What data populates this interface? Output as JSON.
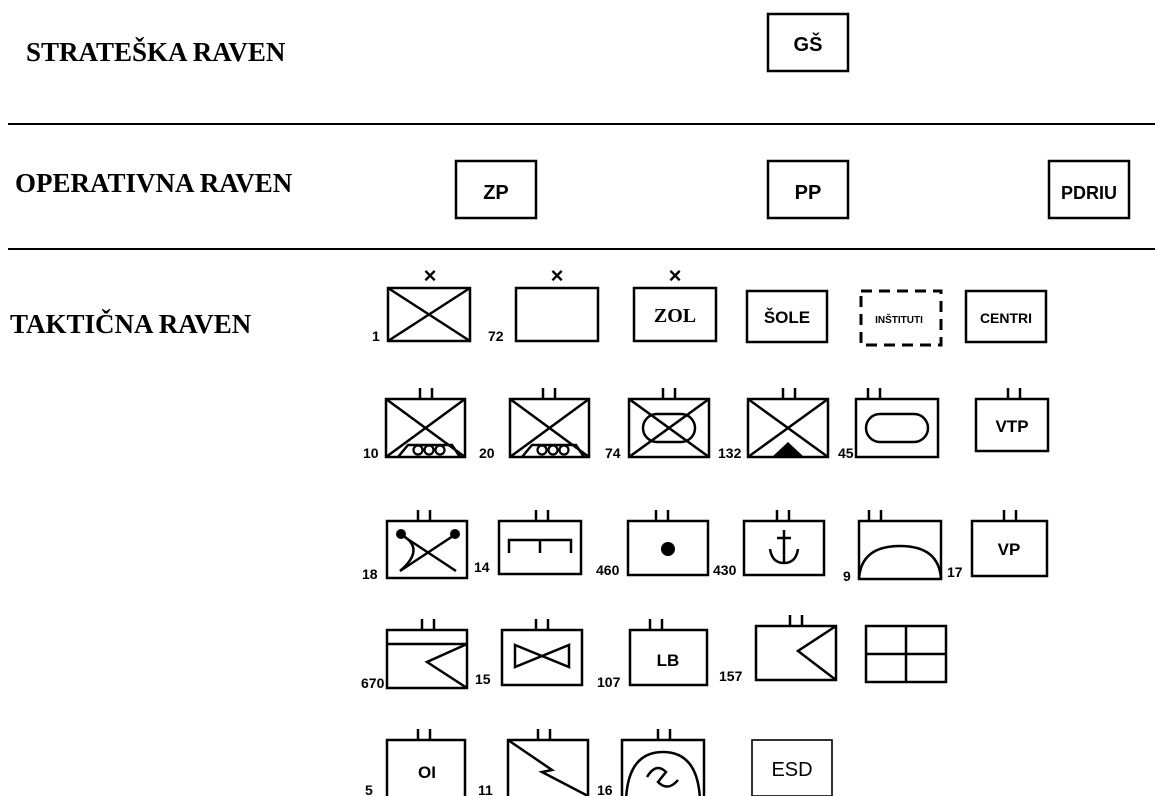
{
  "levels": {
    "strategic": "STRATEŠKA RAVEN",
    "operational": "OPERATIVNA RAVEN",
    "tactical": "TAKTIČNA RAVEN"
  },
  "strategic_units": [
    "GŠ"
  ],
  "operational_units": [
    "ZP",
    "PP",
    "PDRIU"
  ],
  "tactical_rows": [
    [
      {
        "num": "1",
        "label": "",
        "symbol": "cross-x-crossed"
      },
      {
        "num": "72",
        "label": "",
        "symbol": "cross-x-plain"
      },
      {
        "num": "",
        "label": "ZOL",
        "symbol": "cross-x-labelled"
      },
      {
        "num": "",
        "label": "ŠOLE",
        "symbol": "labelled"
      },
      {
        "num": "",
        "label": "INŠTITUTI",
        "symbol": "dashed-labelled"
      },
      {
        "num": "",
        "label": "CENTRI",
        "symbol": "labelled"
      }
    ],
    [
      {
        "num": "10",
        "label": "",
        "symbol": "bn-crossed-tracked"
      },
      {
        "num": "20",
        "label": "",
        "symbol": "bn-crossed-tracked"
      },
      {
        "num": "74",
        "label": "",
        "symbol": "bn-crossed-oval"
      },
      {
        "num": "132",
        "label": "",
        "symbol": "bn-crossed-mountain"
      },
      {
        "num": "45",
        "label": "",
        "symbol": "bn-oval"
      },
      {
        "num": "",
        "label": "VTP",
        "symbol": "bn-labelled"
      }
    ],
    [
      {
        "num": "18",
        "label": "",
        "symbol": "bn-engineer-arc"
      },
      {
        "num": "14",
        "label": "",
        "symbol": "bn-comb"
      },
      {
        "num": "460",
        "label": "",
        "symbol": "bn-dot"
      },
      {
        "num": "430",
        "label": "",
        "symbol": "bn-anchor"
      },
      {
        "num": "9",
        "label": "",
        "symbol": "bn-dome"
      },
      {
        "num": "17",
        "label": "VP",
        "symbol": "bn-labelled"
      }
    ],
    [
      {
        "num": "670",
        "label": "",
        "symbol": "bn-signal-bar"
      },
      {
        "num": "15",
        "label": "",
        "symbol": "bn-bowtie"
      },
      {
        "num": "107",
        "label": "LB",
        "symbol": "bn-labelled"
      },
      {
        "num": "157",
        "label": "",
        "symbol": "bn-signal"
      },
      {
        "num": "",
        "label": "",
        "symbol": "quad"
      }
    ],
    [
      {
        "num": "5",
        "label": "OI",
        "symbol": "bn-labelled"
      },
      {
        "num": "11",
        "label": "",
        "symbol": "bn-lightning"
      },
      {
        "num": "16",
        "label": "",
        "symbol": "bn-dome-bolt"
      },
      {
        "num": "",
        "label": "ESD",
        "symbol": "plain-labelled"
      }
    ]
  ]
}
